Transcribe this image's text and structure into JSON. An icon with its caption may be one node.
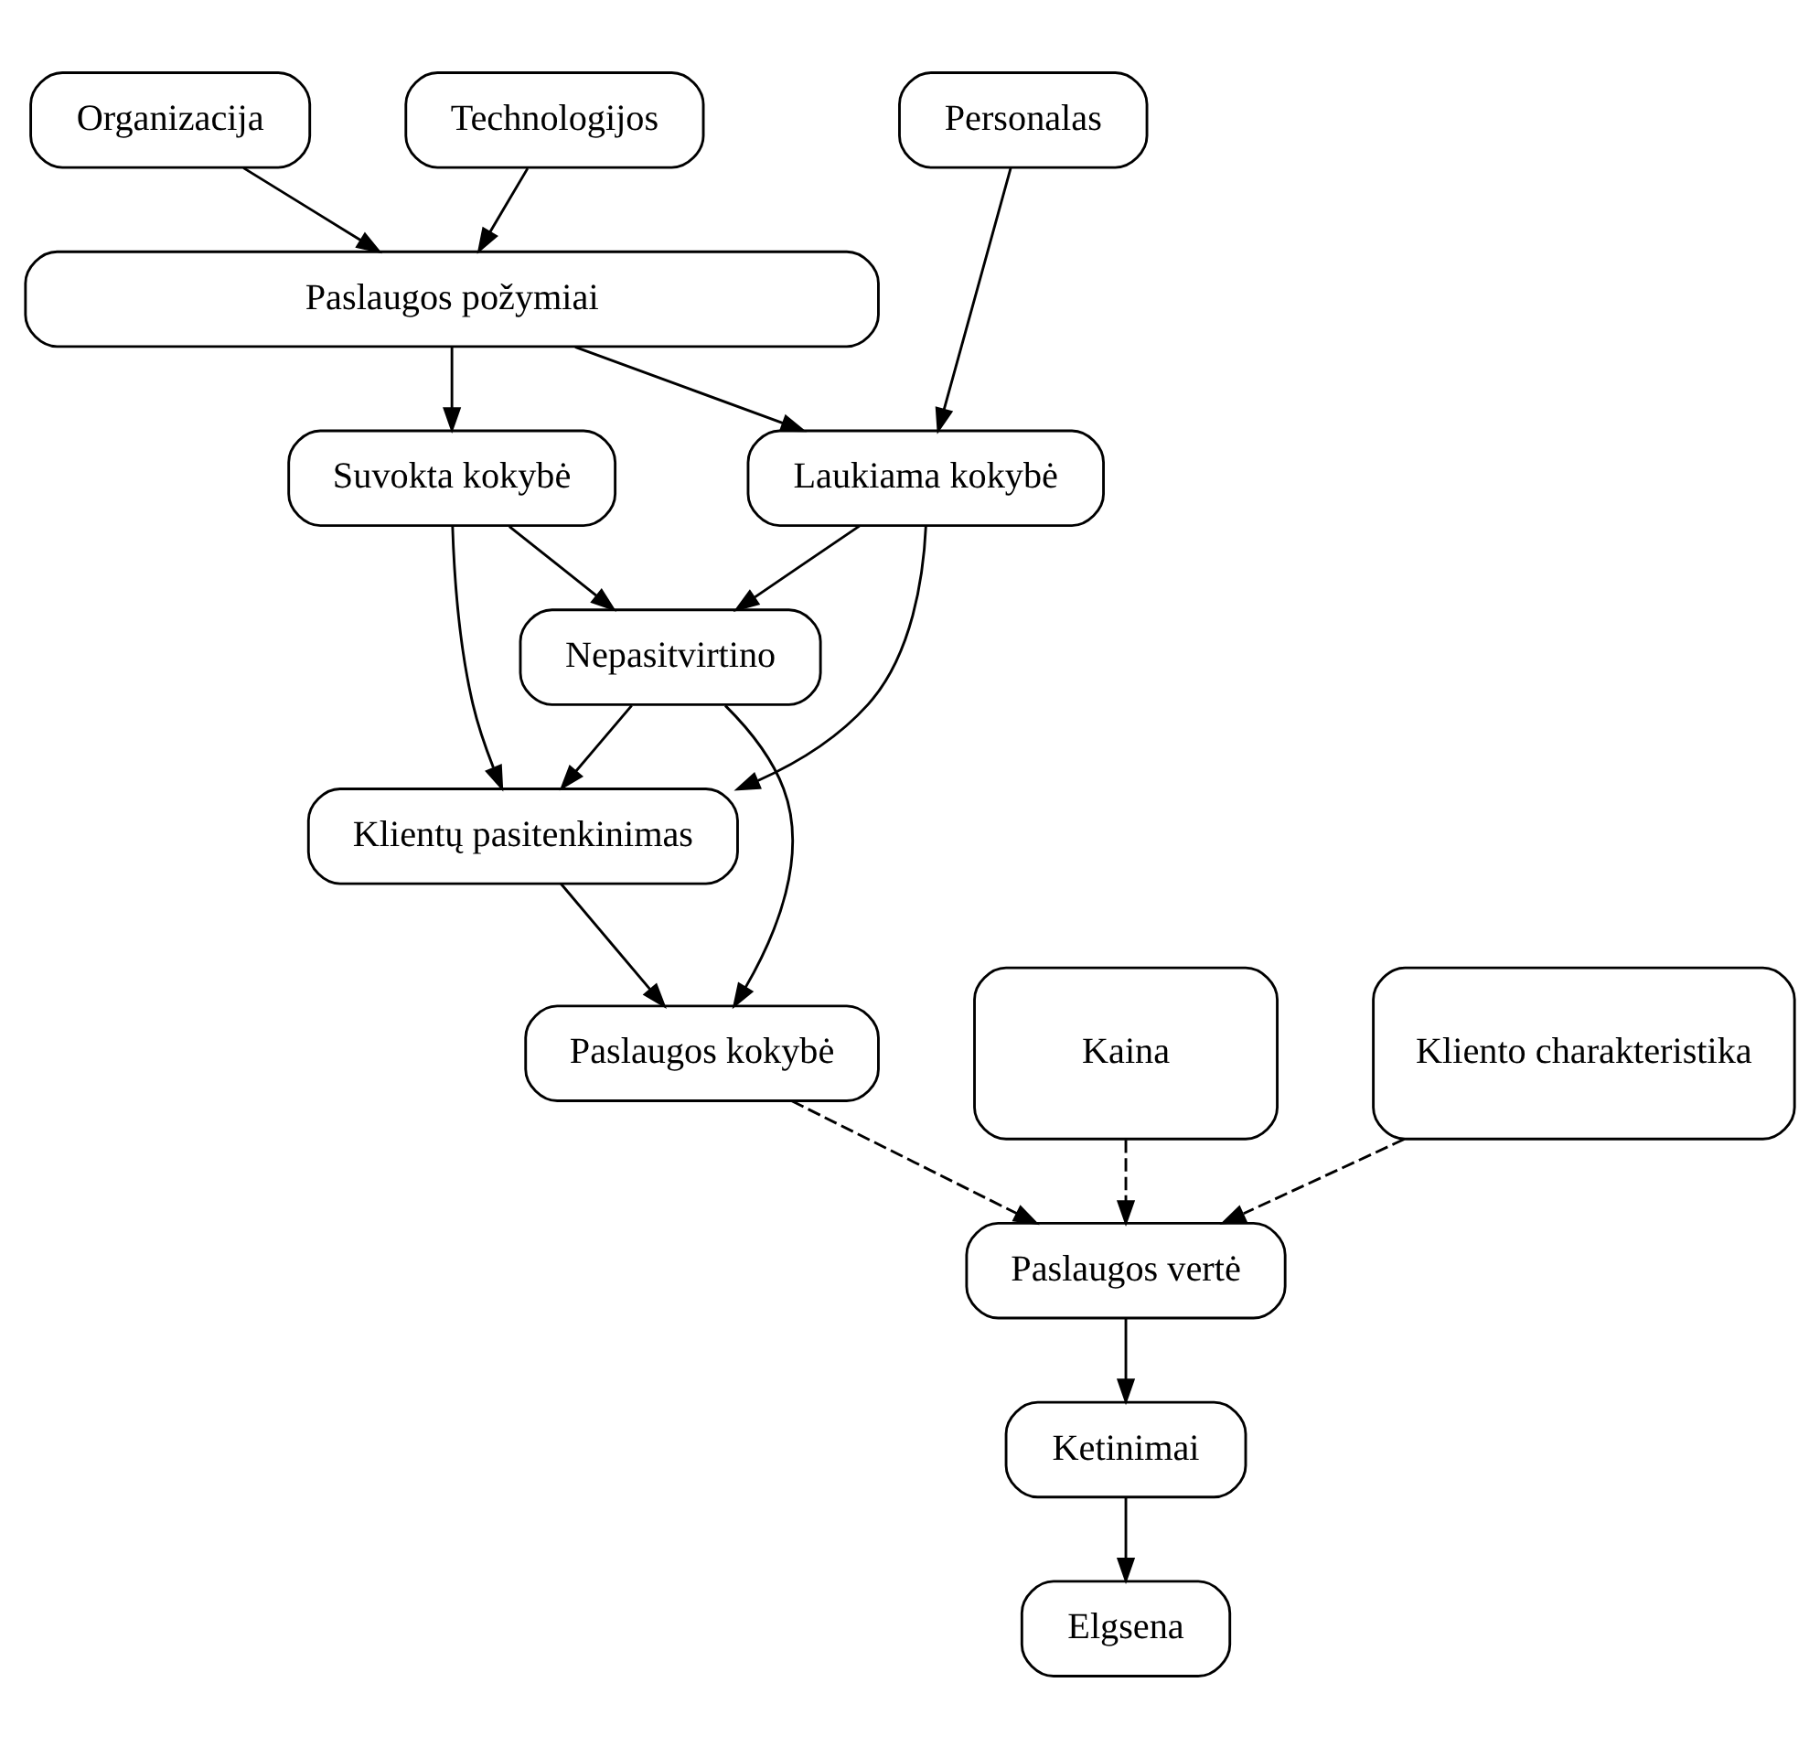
{
  "diagram": {
    "nodes": [
      {
        "text": [
          "Organizacija"
        ]
      },
      {
        "text": [
          "Technologijos"
        ]
      },
      {
        "text": [
          "Personalas"
        ]
      },
      {
        "text": [
          "Paslaugos požymiai"
        ]
      },
      {
        "text": [
          "Suvokta kokybė"
        ]
      },
      {
        "text": [
          "Laukiama kokybė"
        ]
      },
      {
        "text": [
          "Nepasitvirtino"
        ]
      },
      {
        "text": [
          "Klientų pasitenkinimas"
        ]
      },
      {
        "text": [
          "Paslaugos kokybė"
        ]
      },
      {
        "text": [
          "Paslaugos vertė"
        ]
      },
      {
        "text": [
          "Kaina"
        ]
      },
      {
        "text": [
          "Kliento charakteristika"
        ]
      },
      {
        "text": [
          "Ketinimai"
        ]
      },
      {
        "text": [
          "Elgsena"
        ]
      }
    ],
    "edges": [
      {
        "from": 0,
        "to": 3,
        "arrow": "to"
      },
      {
        "from": 1,
        "to": 3,
        "arrow": "to"
      },
      {
        "from": 2,
        "to": 5,
        "arrow": "to"
      },
      {
        "from": 3,
        "to": 4,
        "arrow": "to"
      },
      {
        "from": 3,
        "to": 5,
        "arrow": "to"
      },
      {
        "from": 4,
        "to": 6,
        "arrow": "to"
      },
      {
        "from": 4,
        "to": 7,
        "arrow": "to"
      },
      {
        "from": 5,
        "to": 6,
        "arrow": "to"
      },
      {
        "from": 5,
        "to": 7,
        "arrow": "to"
      },
      {
        "from": 6,
        "to": 7,
        "arrow": "to"
      },
      {
        "from": 6,
        "to": 8,
        "arrow": "to"
      },
      {
        "from": 7,
        "to": 8,
        "arrow": "to"
      },
      {
        "from": 8,
        "to": 9,
        "arrow": "to",
        "style": "dashed"
      },
      {
        "from": 10,
        "to": 9,
        "arrow": "to",
        "style": "dashed"
      },
      {
        "from": 11,
        "to": 9,
        "arrow": "to",
        "style": "dashed"
      },
      {
        "from": 9,
        "to": 12,
        "arrow": "to"
      },
      {
        "from": 12,
        "to": 13,
        "arrow": "to"
      }
    ]
  }
}
